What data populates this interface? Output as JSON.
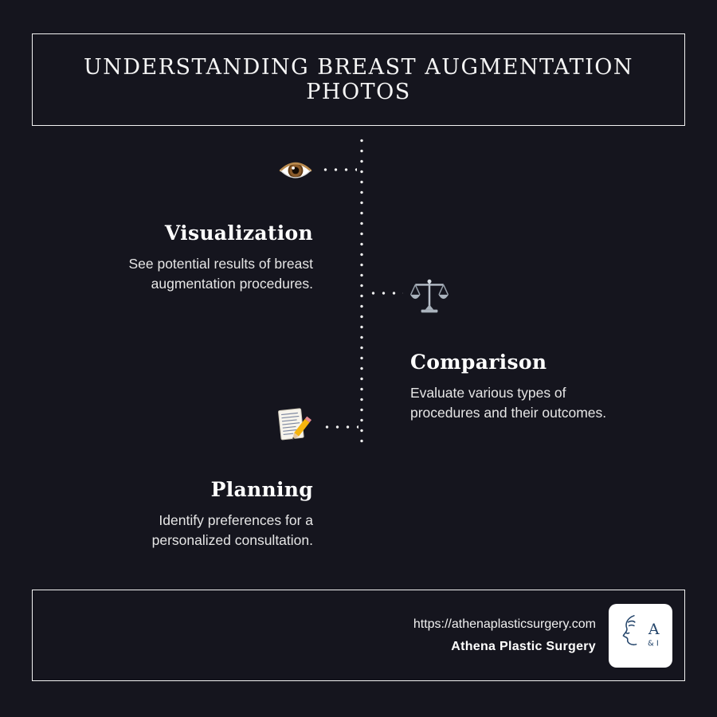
{
  "page": {
    "background": "#15151e",
    "border_color": "#f2f2f2"
  },
  "header": {
    "title": "UNDERSTANDING BREAST AUGMENTATION PHOTOS"
  },
  "timeline": {
    "items": [
      {
        "icon": "eye-icon",
        "side": "left",
        "title": "Visualization",
        "desc_line1": "See potential results of breast",
        "desc_line2": "augmentation procedures."
      },
      {
        "icon": "balance-scale-icon",
        "side": "right",
        "title": "Comparison",
        "desc_line1": "Evaluate various types of",
        "desc_line2": "procedures and their outcomes."
      },
      {
        "icon": "memo-pencil-icon",
        "side": "left",
        "title": "Planning",
        "desc_line1": "Identify preferences for a",
        "desc_line2": "personalized consultation."
      }
    ]
  },
  "footer": {
    "url": "https://athenaplasticsurgery.com",
    "name": "Athena Plastic Surgery",
    "logo": {
      "letter": "A",
      "sub": "& I",
      "accent": "#24456b"
    }
  }
}
